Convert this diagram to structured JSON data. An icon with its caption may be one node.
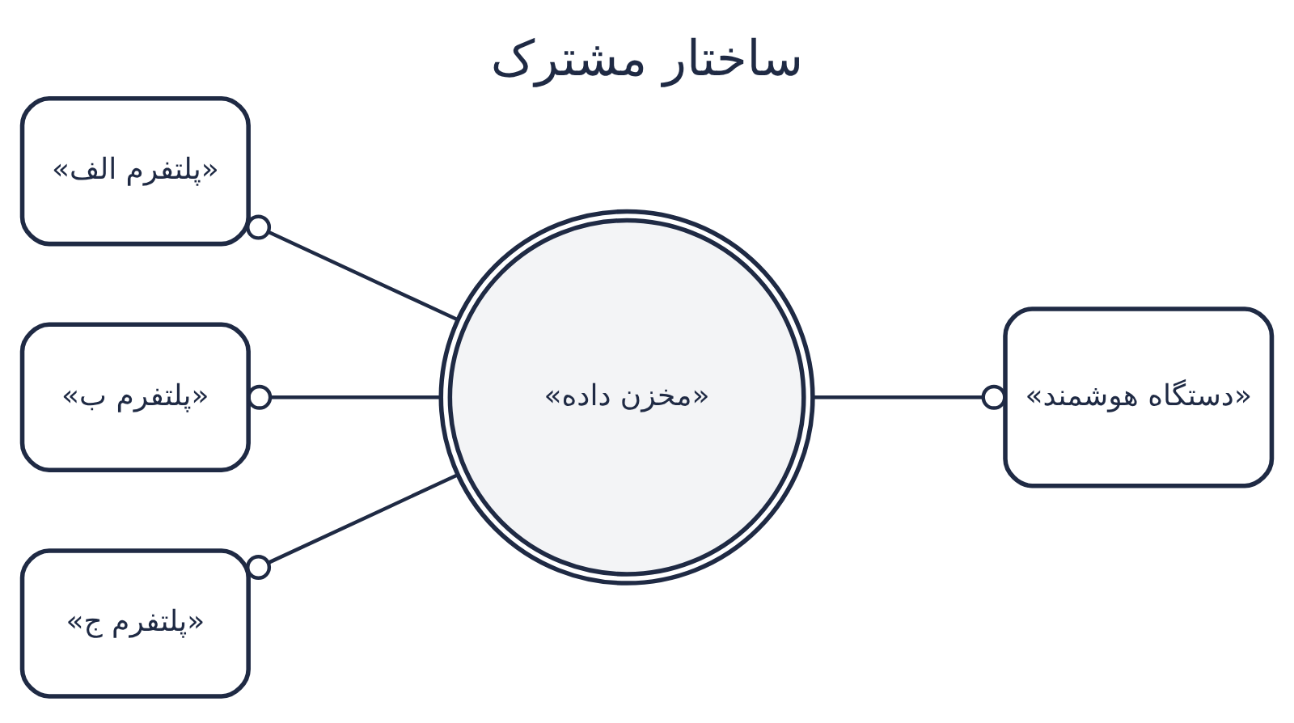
{
  "diagram": {
    "title": "ساختار مشترک",
    "nodes": [
      {
        "text": [
          "«پلتفرم الف»"
        ]
      },
      {
        "text": [
          "«پلتفرم ب»"
        ]
      },
      {
        "text": [
          "«پلتفرم ج»"
        ]
      },
      {
        "text": [
          "«مخزن داده»"
        ]
      },
      {
        "text": [
          "«دستگاه هوشمند»"
        ]
      }
    ],
    "edges": [
      {
        "from": 0,
        "to": 3,
        "arrow": "other"
      },
      {
        "from": 1,
        "to": 3,
        "arrow": "other"
      },
      {
        "from": 2,
        "to": 3,
        "arrow": "other"
      },
      {
        "from": 4,
        "to": 3,
        "arrow": "other"
      }
    ]
  }
}
